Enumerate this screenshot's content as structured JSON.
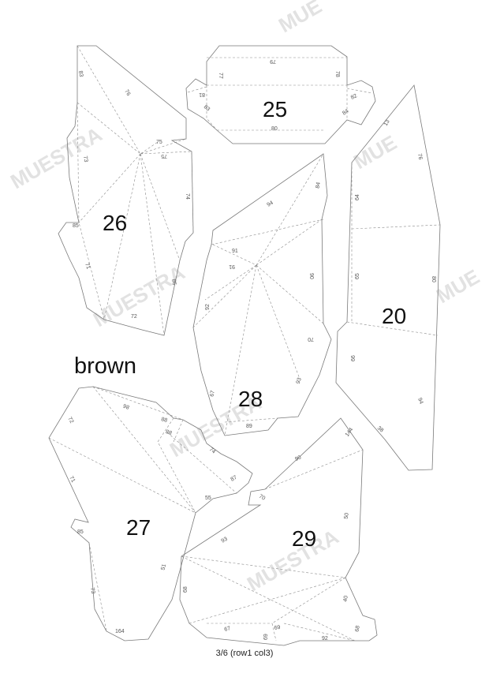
{
  "watermark": "MUESTRA",
  "watermark_partial": "MUE",
  "color_label": "brown",
  "footer": "3/6 (row1 col3)",
  "pieces": {
    "p25": {
      "id": "25",
      "edges": [
        "79",
        "77",
        "78",
        "81",
        "83",
        "82",
        "84",
        "80"
      ]
    },
    "p26": {
      "id": "26",
      "edges": [
        "83",
        "76",
        "75",
        "73",
        "75",
        "74",
        "85",
        "71",
        "86",
        "72"
      ]
    },
    "p20": {
      "id": "20",
      "edges": [
        "13",
        "76",
        "64",
        "65",
        "80",
        "66",
        "94",
        "38"
      ]
    },
    "p28": {
      "id": "28",
      "edges": [
        "84",
        "94",
        "91",
        "91",
        "90",
        "92",
        "70",
        "93",
        "67",
        "89"
      ]
    },
    "p27": {
      "id": "27",
      "edges": [
        "72",
        "86",
        "88",
        "88",
        "74",
        "71",
        "87",
        "55",
        "85",
        "73",
        "51",
        "164"
      ]
    },
    "p29": {
      "id": "29",
      "edges": [
        "144",
        "90",
        "70",
        "50",
        "93",
        "68",
        "40",
        "67",
        "69",
        "69",
        "92",
        "68"
      ]
    }
  }
}
